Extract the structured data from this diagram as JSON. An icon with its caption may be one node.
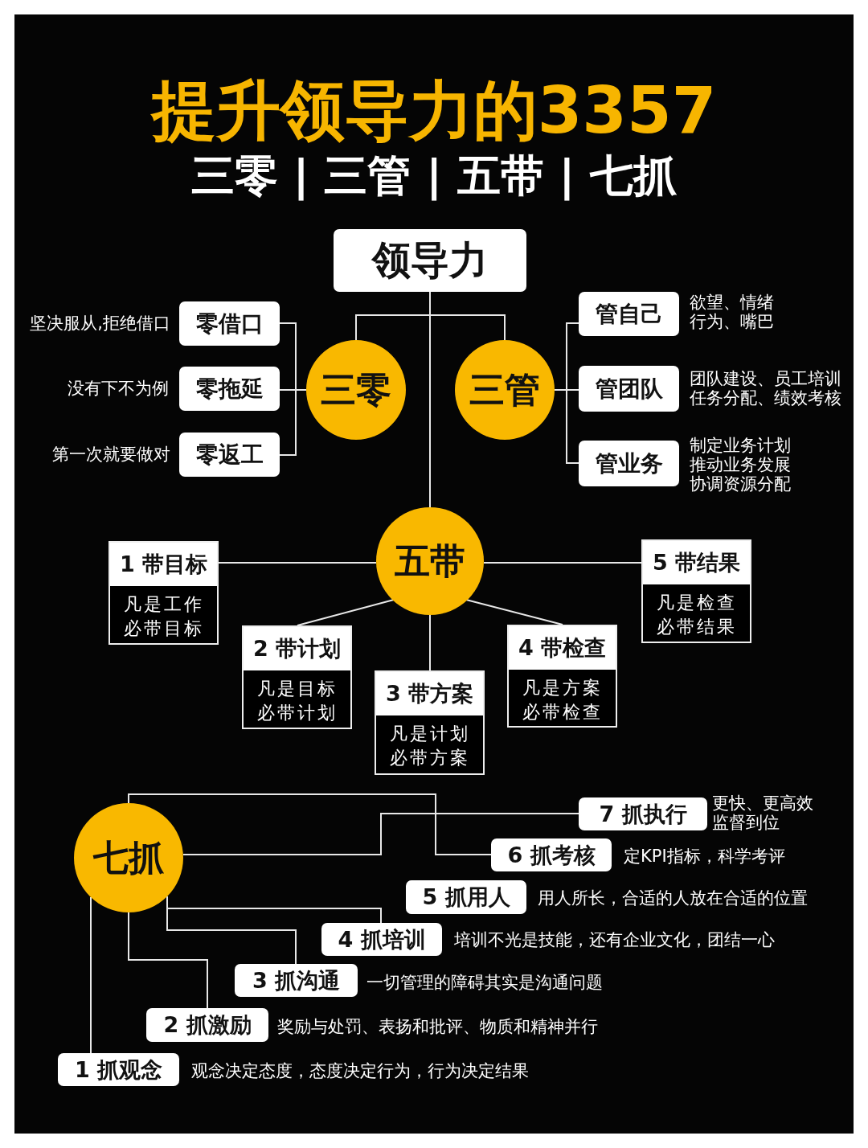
{
  "diagram": {
    "title": "提升领导力的3357",
    "nodes": [
      {
        "text": [
          "领导力"
        ]
      },
      {
        "text": [
          "三零"
        ]
      },
      {
        "text": [
          "三管"
        ]
      },
      {
        "text": [
          "零借口"
        ],
        "beside": [
          "坚决服从,拒绝借口"
        ]
      },
      {
        "text": [
          "零拖延"
        ],
        "beside": [
          "没有下不为例"
        ]
      },
      {
        "text": [
          "零返工"
        ],
        "beside": [
          "第一次就要做对"
        ]
      },
      {
        "text": [
          "管自己"
        ],
        "beside": [
          "欲望、情绪",
          "行为、嘴巴"
        ]
      },
      {
        "text": [
          "管团队"
        ],
        "beside": [
          "团队建设、员工培训",
          "任务分配、绩效考核"
        ]
      },
      {
        "text": [
          "管业务"
        ],
        "beside": [
          "制定业务计划",
          "推动业务发展",
          "协调资源分配"
        ]
      },
      {
        "text": [
          "五带"
        ]
      },
      {
        "text": [
          "1 带目标",
          "凡是工作必带目标"
        ]
      },
      {
        "text": [
          "2 带计划",
          "凡是目标必带计划"
        ]
      },
      {
        "text": [
          "3 带方案",
          "凡是计划必带方案"
        ]
      },
      {
        "text": [
          "4 带检查",
          "凡是方案必带检查"
        ]
      },
      {
        "text": [
          "5 带结果",
          "凡是检查必带结果"
        ]
      },
      {
        "text": [
          "七抓"
        ]
      },
      {
        "text": [
          "7 抓执行"
        ],
        "beside": [
          "更快、更高效",
          "监督到位"
        ]
      },
      {
        "text": [
          "6 抓考核"
        ],
        "beside": [
          "定KPI指标，科学考评"
        ]
      },
      {
        "text": [
          "5 抓用人"
        ],
        "beside": [
          "用人所长，合适的人放在合适的位置"
        ]
      },
      {
        "text": [
          "4 抓培训"
        ],
        "beside": [
          "培训不光是技能，还有企业文化，团结一心"
        ]
      },
      {
        "text": [
          "3 抓沟通"
        ],
        "beside": [
          "一切管理的障碍其实是沟通问题"
        ]
      },
      {
        "text": [
          "2 抓激励"
        ],
        "beside": [
          "奖励与处罚、表扬和批评、物质和精神并行"
        ]
      },
      {
        "text": [
          "1 抓观念"
        ],
        "beside": [
          "观念决定态度，态度决定行为，行为决定结果"
        ]
      }
    ],
    "edges": [
      {
        "from": 0,
        "to": 1,
        "arrow": "none"
      },
      {
        "from": 0,
        "to": 2,
        "arrow": "none"
      },
      {
        "from": 0,
        "to": 9,
        "arrow": "none"
      },
      {
        "from": 1,
        "to": 3,
        "arrow": "none"
      },
      {
        "from": 1,
        "to": 4,
        "arrow": "none"
      },
      {
        "from": 1,
        "to": 5,
        "arrow": "none"
      },
      {
        "from": 2,
        "to": 6,
        "arrow": "none"
      },
      {
        "from": 2,
        "to": 7,
        "arrow": "none"
      },
      {
        "from": 2,
        "to": 8,
        "arrow": "none"
      },
      {
        "from": 9,
        "to": 10,
        "arrow": "none"
      },
      {
        "from": 9,
        "to": 11,
        "arrow": "none"
      },
      {
        "from": 9,
        "to": 12,
        "arrow": "none"
      },
      {
        "from": 9,
        "to": 13,
        "arrow": "none"
      },
      {
        "from": 9,
        "to": 14,
        "arrow": "none"
      },
      {
        "from": 15,
        "to": 16,
        "arrow": "none"
      },
      {
        "from": 15,
        "to": 17,
        "arrow": "none"
      },
      {
        "from": 15,
        "to": 19,
        "arrow": "none"
      },
      {
        "from": 15,
        "to": 20,
        "arrow": "none"
      },
      {
        "from": 15,
        "to": 21,
        "arrow": "none"
      },
      {
        "from": 15,
        "to": 22,
        "arrow": "none"
      }
    ],
    "labels": [
      "三零 | 三管 | 五带 | 七抓"
    ]
  }
}
